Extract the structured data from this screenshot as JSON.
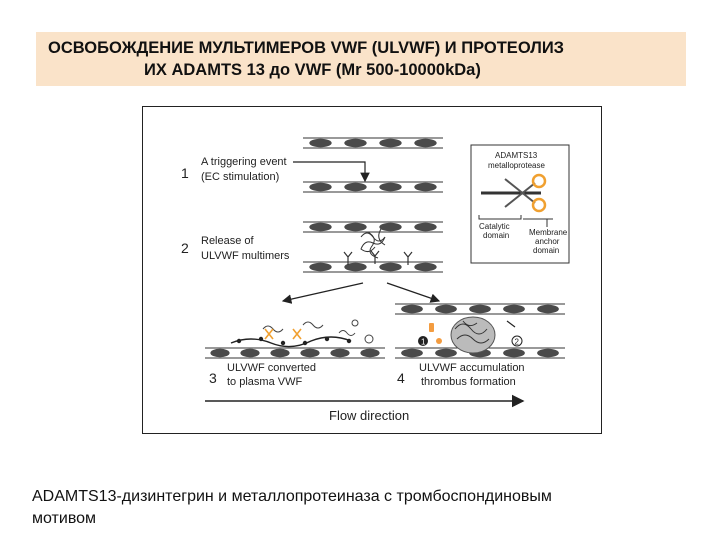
{
  "title": {
    "line1": "ОСВОБОЖДЕНИЕ МУЛЬТИМЕРОВ VWF (ULVWF) И ПРОТЕОЛИЗ",
    "line2": "ИХ ADAMTS 13 до   VWF (Mr 500-10000kDa)"
  },
  "figure": {
    "steps": [
      {
        "number": "1",
        "line1": "A triggering event",
        "line2": "(EC stimulation)"
      },
      {
        "number": "2",
        "line1": "Release of",
        "line2": "ULVWF multimers"
      },
      {
        "number": "3",
        "line1": "ULVWF converted",
        "line2": "to plasma VWF"
      },
      {
        "number": "4",
        "line1": "ULVWF accumulation",
        "line2": "thrombus formation"
      }
    ],
    "inset": {
      "title1": "ADAMTS13",
      "title2": "metalloprotease",
      "catalytic1": "Catalytic",
      "catalytic2": "domain",
      "membrane1": "Membrane",
      "membrane2": "anchor",
      "membrane3": "domain"
    },
    "markers": {
      "one": "1",
      "two": "2"
    },
    "flow_label": "Flow direction"
  },
  "caption": {
    "line1": "ADAMTS13-дизинтегрин и металлопротеиназа с тромбоспондиновым",
    "line2": "мотивом"
  },
  "colors": {
    "title_bg": "#fae3c9",
    "cell_fill": "#4a4a4a",
    "scissors": "#f0a030",
    "platelet": "#f39c40"
  }
}
